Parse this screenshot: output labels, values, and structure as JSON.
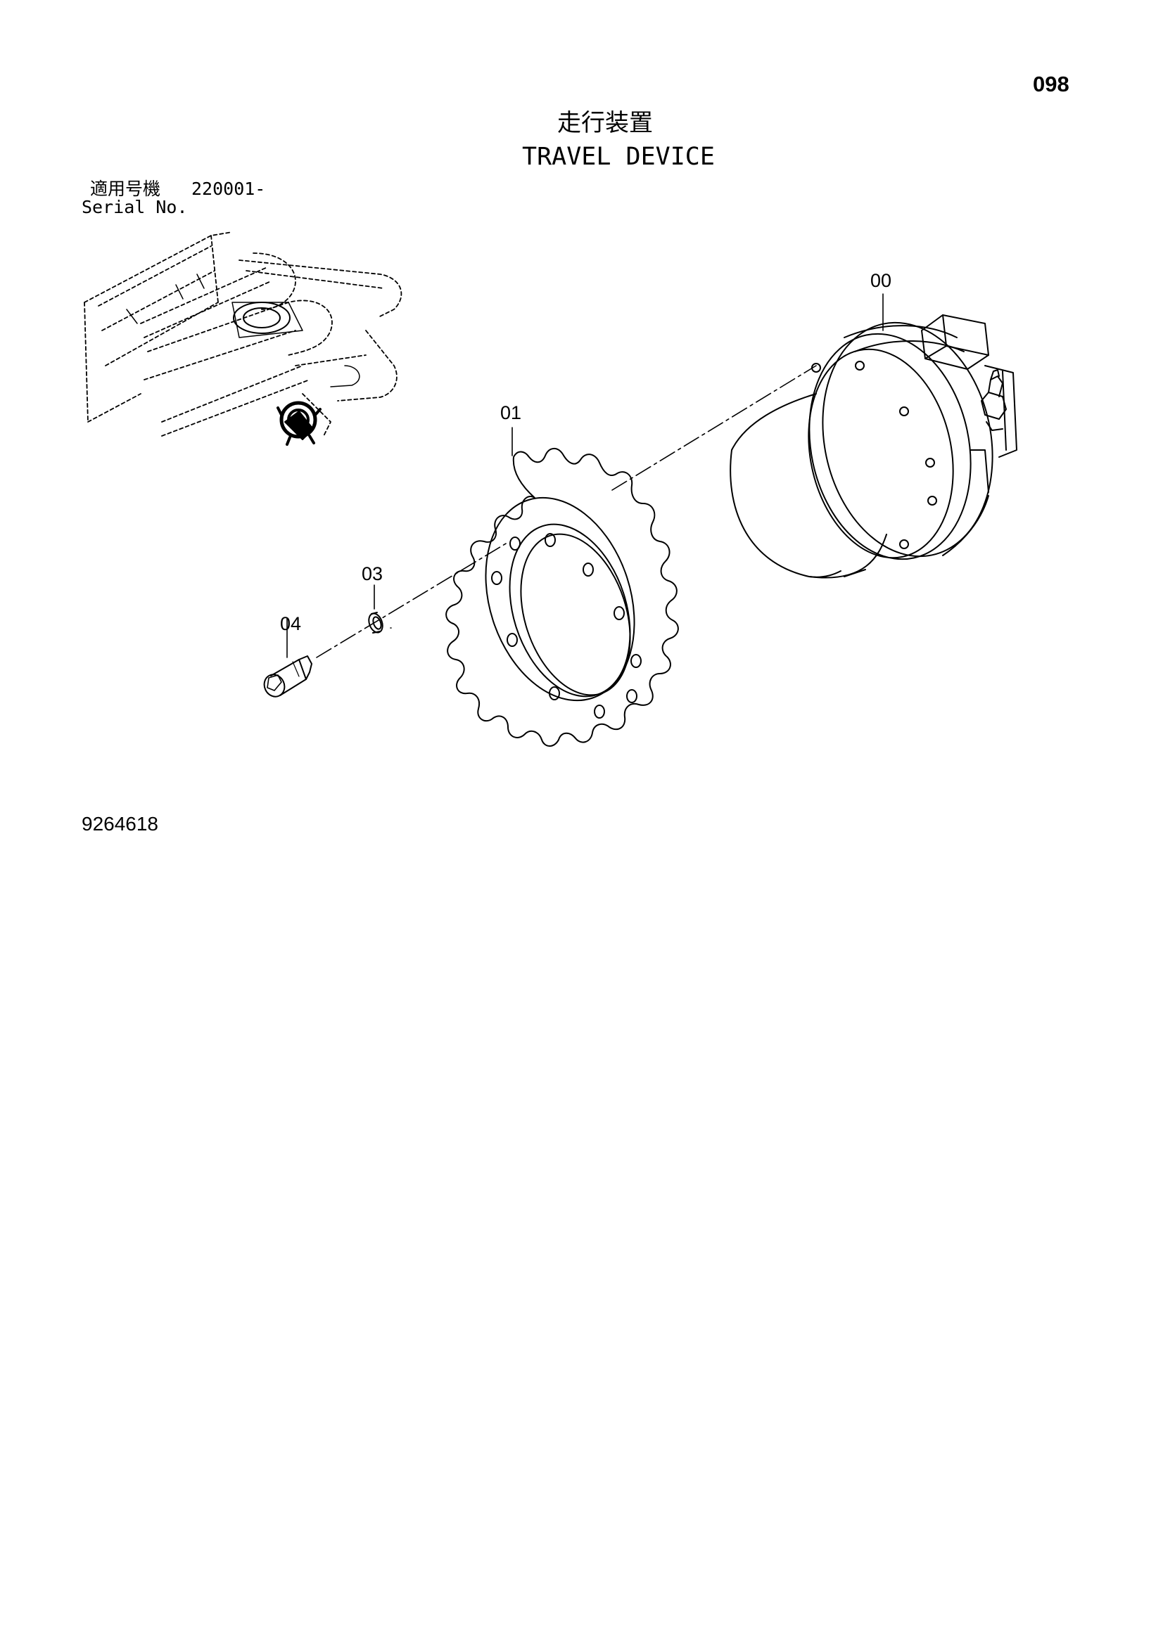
{
  "page_number": "098",
  "title": {
    "japanese": "走行装置",
    "english": "TRAVEL DEVICE"
  },
  "serial": {
    "label_japanese": "適用号機",
    "range": "220001-",
    "label_english": "Serial No."
  },
  "callouts": [
    {
      "id": "00",
      "part": "travel-motor"
    },
    {
      "id": "01",
      "part": "sprocket"
    },
    {
      "id": "03",
      "part": "washer"
    },
    {
      "id": "04",
      "part": "bolt"
    }
  ],
  "drawing_number": "9264618"
}
